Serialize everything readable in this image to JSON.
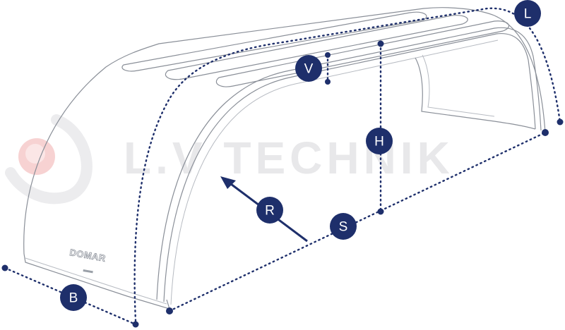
{
  "watermark": {
    "text": "L.V TECHNIK",
    "logo": "lv-technik-swirl-logo"
  },
  "product": {
    "brand_label": "DOMAR"
  },
  "dimensions": [
    {
      "id": "L",
      "label": "L"
    },
    {
      "id": "V",
      "label": "V"
    },
    {
      "id": "H",
      "label": "H"
    },
    {
      "id": "R",
      "label": "R"
    },
    {
      "id": "S",
      "label": "S"
    },
    {
      "id": "B",
      "label": "B"
    }
  ],
  "colors": {
    "accent": "#1e2f6b",
    "outline": "#8a8f98",
    "watermark": "#e8e8ea",
    "logo_red": "#f6c9c9"
  }
}
